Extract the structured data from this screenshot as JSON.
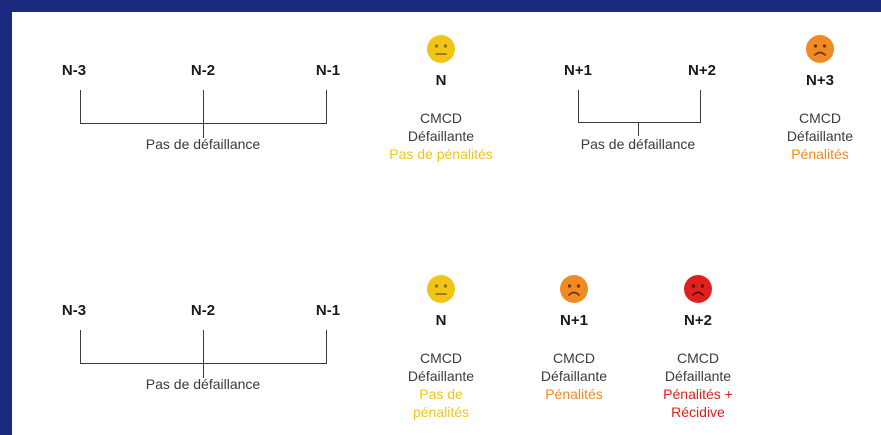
{
  "colors": {
    "yellow": "#f0c419",
    "orange": "#f08a24",
    "red": "#e0201f",
    "text": "#3b3b3b",
    "frame": "#1d2e86"
  },
  "row1": {
    "years": [
      "N-3",
      "N-2",
      "N-1",
      "N",
      "N+1",
      "N+2",
      "N+3"
    ],
    "group1_caption": "Pas de défaillance",
    "n_block": {
      "line1": "CMCD",
      "line2": "Défaillante",
      "line3": "Pas de pénalités"
    },
    "group2_caption": "Pas de défaillance",
    "n3_block": {
      "line1": "CMCD",
      "line2": "Défaillante",
      "line3": "Pénalités"
    },
    "icons": {
      "n": "neutral-face-icon",
      "n3": "sad-face-icon"
    }
  },
  "row2": {
    "years": [
      "N-3",
      "N-2",
      "N-1",
      "N",
      "N+1",
      "N+2"
    ],
    "group_caption": "Pas de défaillance",
    "n_block": {
      "line1": "CMCD",
      "line2": "Défaillante",
      "line3": "Pas de",
      "line4": "pénalités"
    },
    "n1_block": {
      "line1": "CMCD",
      "line2": "Défaillante",
      "line3": "Pénalités"
    },
    "n2_block": {
      "line1": "CMCD",
      "line2": "Défaillante",
      "line3": "Pénalités +",
      "line4": "Récidive"
    },
    "icons": {
      "n": "neutral-face-icon",
      "n1": "sad-face-icon",
      "n2": "sad-face-icon"
    }
  }
}
